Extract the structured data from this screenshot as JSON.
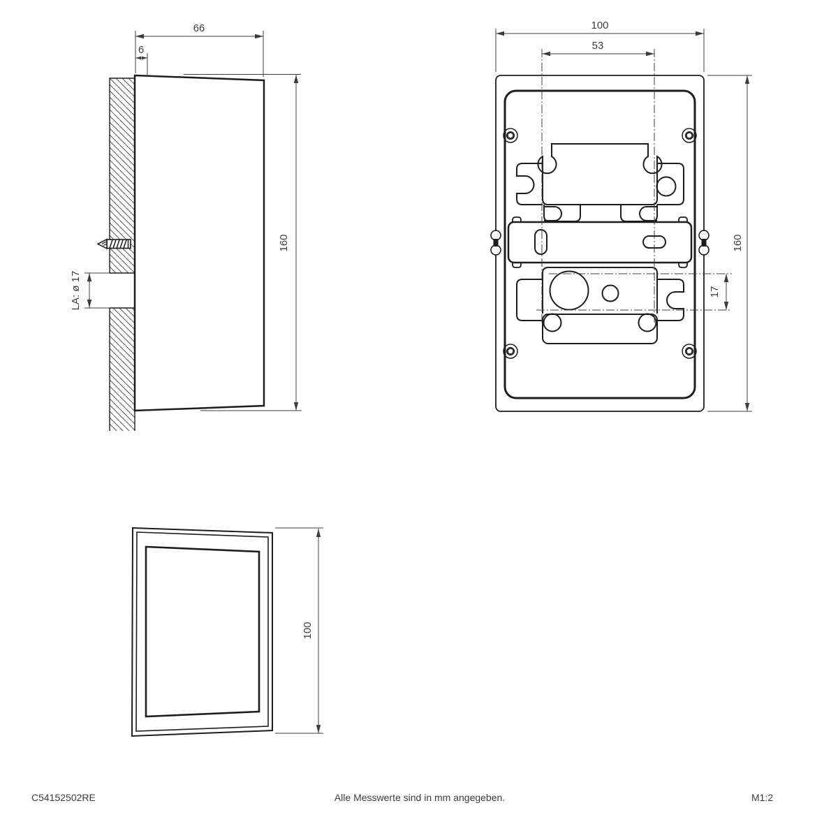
{
  "document": {
    "article_number": "C54152502RE",
    "units_note": "Alle Messwerte sind in mm angegeben.",
    "scale": "M1:2"
  },
  "views": {
    "side": {
      "dims": {
        "depth": "66",
        "backplate_offset": "6",
        "height": "160",
        "cable_outlet": "LA: ø 17"
      }
    },
    "back": {
      "dims": {
        "width": "100",
        "keyhole_spacing": "53",
        "height": "160",
        "outlet_offset": "17"
      }
    },
    "front": {
      "dims": {
        "height": "100"
      }
    }
  },
  "colors": {
    "line": "#1d1d1b",
    "dimension": "#3c3c3b",
    "glass": "#e8e8e7",
    "glass_highlight": "#ffffff"
  }
}
